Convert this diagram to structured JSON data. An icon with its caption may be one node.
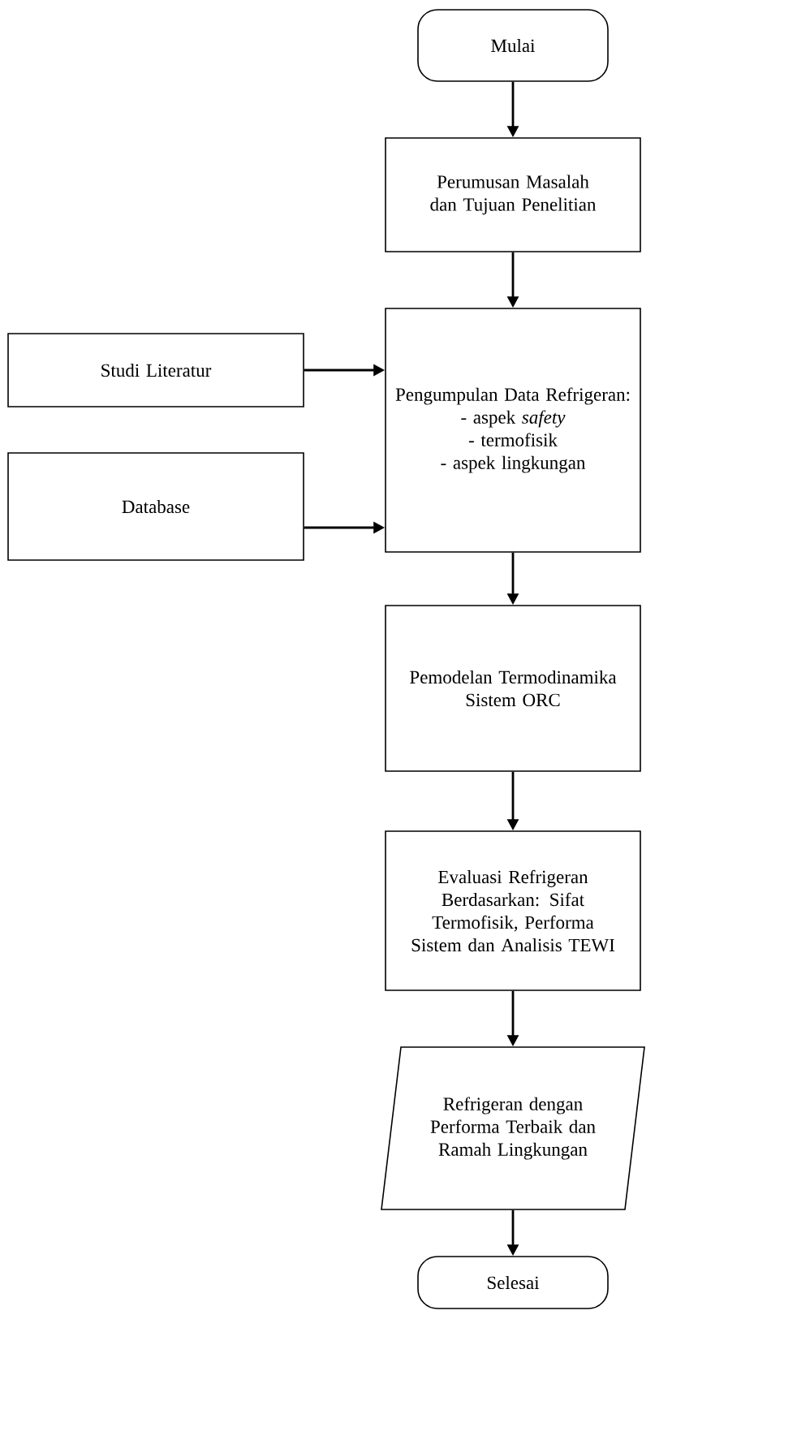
{
  "diagram": {
    "nodes": [
      {
        "text": [
          "Mulai"
        ]
      },
      {
        "text": [
          "Perumusan Masalah dan Tujuan Penelitian"
        ]
      },
      {
        "text": [
          "Pengumpulan Data Refrigeran:",
          "- aspek *safety*",
          "- termofisik",
          "- aspek lingkungan"
        ]
      },
      {
        "text": [
          "Studi Literatur"
        ]
      },
      {
        "text": [
          "Database"
        ]
      },
      {
        "text": [
          "Pemodelan Termodinamika Sistem ORC"
        ]
      },
      {
        "text": [
          "Evaluasi Refrigeran Berdasarkan: Sifat Termofisik, Performa Sistem dan Analisis TEWI"
        ]
      },
      {
        "text": [
          "Refrigeran dengan Performa Terbaik dan Ramah Lingkungan"
        ]
      },
      {
        "text": [
          "Selesai"
        ]
      }
    ],
    "edges": [
      {
        "from": 0,
        "to": 1,
        "arrow": "to"
      },
      {
        "from": 1,
        "to": 2,
        "arrow": "to"
      },
      {
        "from": 3,
        "to": 2,
        "arrow": "to"
      },
      {
        "from": 4,
        "to": 2,
        "arrow": "to"
      },
      {
        "from": 2,
        "to": 5,
        "arrow": "to"
      },
      {
        "from": 5,
        "to": 6,
        "arrow": "to"
      },
      {
        "from": 6,
        "to": 7,
        "arrow": "to"
      },
      {
        "from": 7,
        "to": 8,
        "arrow": "to"
      }
    ]
  }
}
